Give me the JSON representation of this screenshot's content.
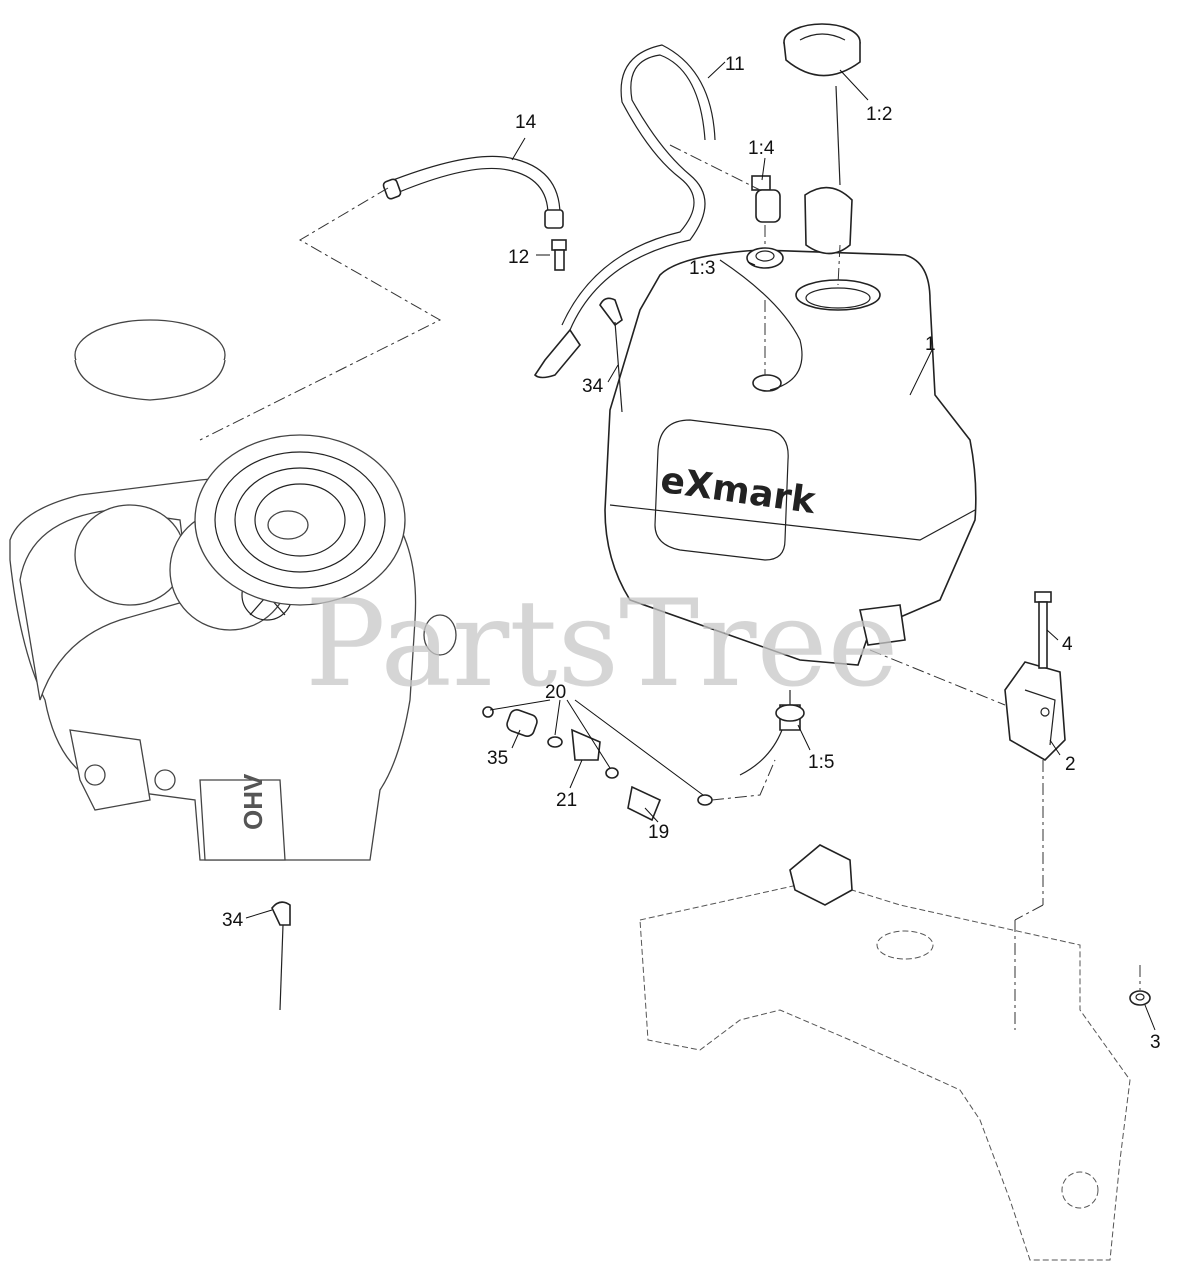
{
  "watermark": "PartsTree",
  "tank_logo": "eXmark",
  "engine_label": "OHV",
  "callouts": [
    {
      "id": "c-1",
      "text": "1"
    },
    {
      "id": "c-1-2",
      "text": "1:2"
    },
    {
      "id": "c-1-3",
      "text": "1:3"
    },
    {
      "id": "c-1-4",
      "text": "1:4"
    },
    {
      "id": "c-1-5",
      "text": "1:5"
    },
    {
      "id": "c-2",
      "text": "2"
    },
    {
      "id": "c-3",
      "text": "3"
    },
    {
      "id": "c-4",
      "text": "4"
    },
    {
      "id": "c-11",
      "text": "11"
    },
    {
      "id": "c-12",
      "text": "12"
    },
    {
      "id": "c-14",
      "text": "14"
    },
    {
      "id": "c-19",
      "text": "19"
    },
    {
      "id": "c-20",
      "text": "20"
    },
    {
      "id": "c-21",
      "text": "21"
    },
    {
      "id": "c-34a",
      "text": "34"
    },
    {
      "id": "c-34b",
      "text": "34"
    },
    {
      "id": "c-35",
      "text": "35"
    }
  ]
}
